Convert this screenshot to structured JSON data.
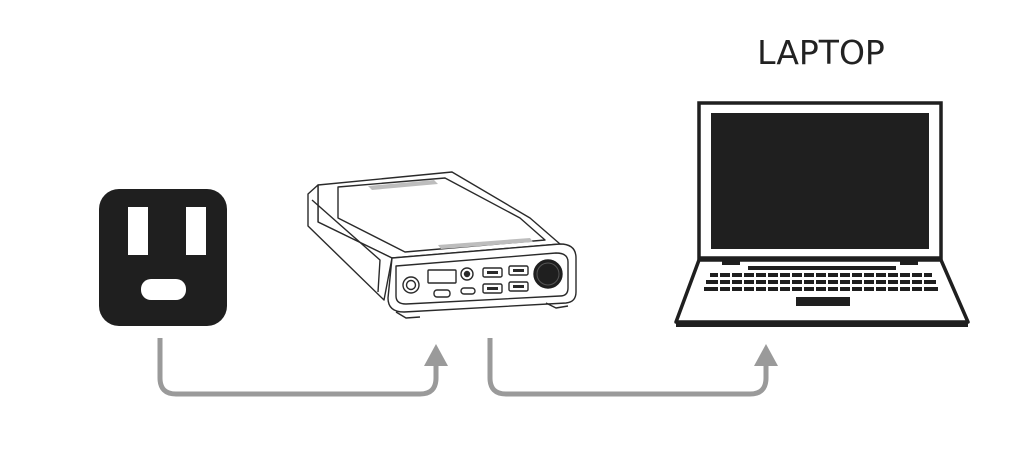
{
  "labels": {
    "laptop": "LAPTOP"
  },
  "devices": [
    {
      "name": "wall-outlet",
      "icon": "outlet-icon"
    },
    {
      "name": "portable-power-station",
      "icon": "power-station-icon"
    },
    {
      "name": "laptop",
      "icon": "laptop-icon"
    }
  ],
  "connections": [
    {
      "from": "wall-outlet",
      "to": "portable-power-station"
    },
    {
      "from": "portable-power-station",
      "to": "laptop"
    }
  ],
  "colors": {
    "ink": "#1f1f1f",
    "arrow": "#9a9a9a",
    "background": "#ffffff"
  }
}
